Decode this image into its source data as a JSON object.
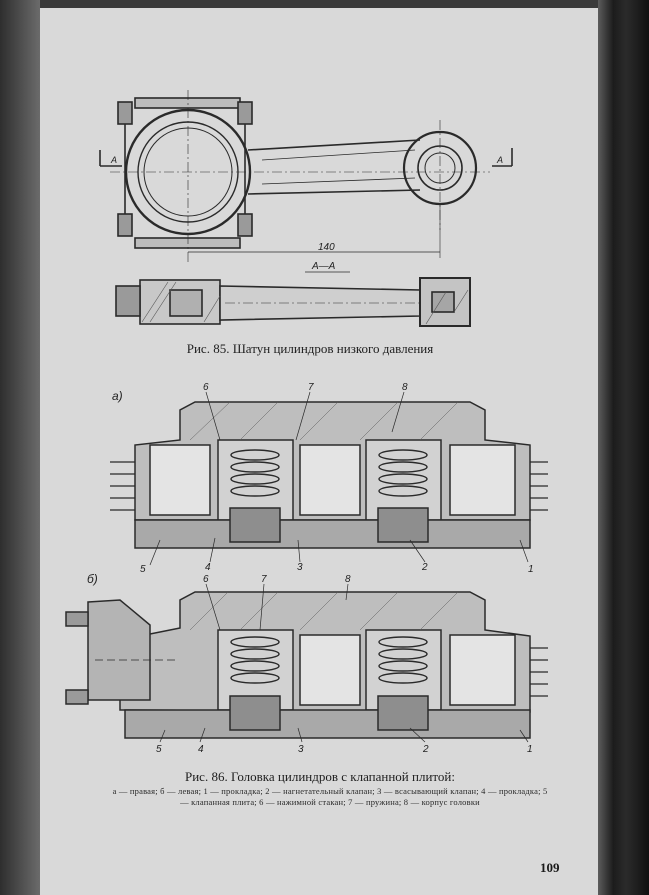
{
  "figure85": {
    "caption": "Рис. 85. Шатун цилиндров низкого давления",
    "dimension_label": "140",
    "section_marker": "A",
    "section_label": "A—A"
  },
  "figure86": {
    "caption": "Рис. 86. Головка цилиндров с клапанной плитой:",
    "legend": "а — правая;  б — левая;  1 — прокладка;  2 — нагнетательный клапан;  3 — всасывающий клапан;  4 — прокладка;  5 — клапанная плита;  6 — нажимной стакан;  7 — пружина;  8 — корпус головки",
    "panel_a": "а)",
    "panel_b": "б)",
    "callouts_top": [
      "6",
      "7",
      "8"
    ],
    "callouts_bottom": [
      "5",
      "4",
      "3",
      "2",
      "1"
    ]
  },
  "page_number": "109"
}
